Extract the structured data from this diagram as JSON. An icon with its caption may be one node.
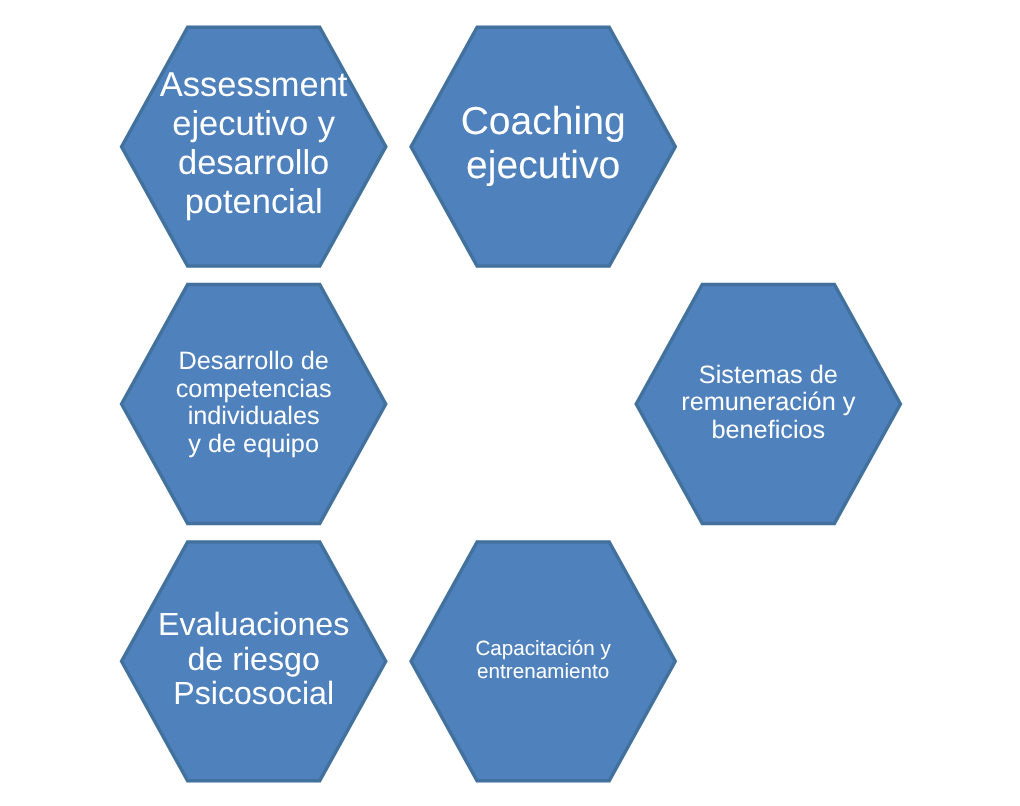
{
  "diagram": {
    "nodes": [
      {
        "text": [
          "Assessment ejecutivo y desarrollo potencial"
        ]
      },
      {
        "text": [
          "Coaching ejecutivo"
        ]
      },
      {
        "text": [
          "Desarrollo de competencias individuales  y de equipo"
        ]
      },
      {
        "text": [
          "Sistemas de remuneración y beneficios"
        ]
      },
      {
        "text": [
          "Evaluaciones de riesgo Psicosocial"
        ]
      },
      {
        "text": [
          "Capacitación y entrenamiento"
        ]
      }
    ]
  }
}
